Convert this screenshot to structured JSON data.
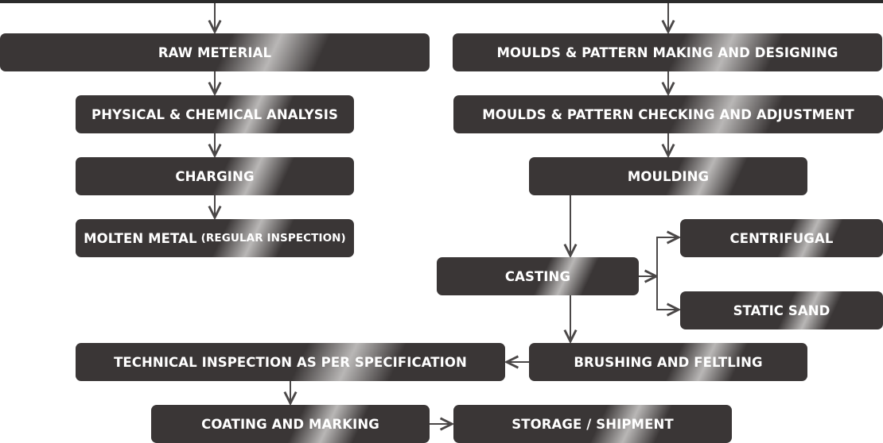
{
  "colors": {
    "box_fill": "#3a3636",
    "box_highlight": "#b9b7b6",
    "box_text": "#ffffff",
    "arrow": "#4a4747"
  },
  "steps": {
    "raw_material": "RAW METERIAL",
    "physical_chemical_analysis": "PHYSICAL & CHEMICAL ANALYSIS",
    "charging": "CHARGING",
    "molten_metal": "MOLTEN METAL",
    "molten_metal_note": "(REGULAR INSPECTION)",
    "moulds_pattern_making": "MOULDS & PATTERN MAKING AND DESIGNING",
    "moulds_pattern_checking": "MOULDS & PATTERN CHECKING AND ADJUSTMENT",
    "moulding": "MOULDING",
    "casting": "CASTING",
    "centrifugal": "CENTRIFUGAL",
    "static_sand": "STATIC SAND",
    "brushing_feltling": "BRUSHING AND FELTLING",
    "technical_inspection": "TECHNICAL INSPECTION AS PER SPECIFICATION",
    "coating_marking": "COATING AND MARKING",
    "storage_shipment": "STORAGE / SHIPMENT"
  }
}
